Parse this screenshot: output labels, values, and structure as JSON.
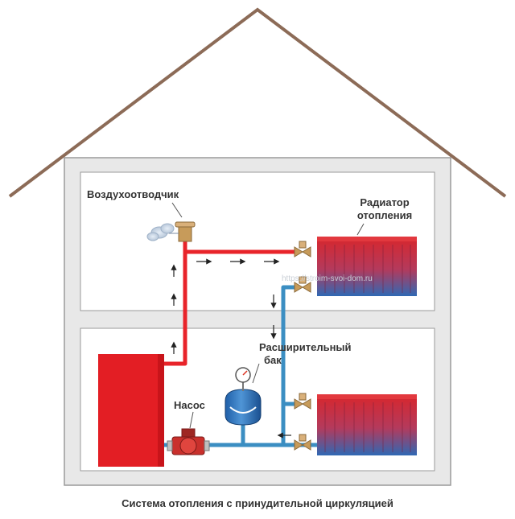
{
  "labels": {
    "air_vent": "Воздухоотводчик",
    "radiator_line1": "Радиатор",
    "radiator_line2": "отопления",
    "expansion_line1": "Расширительный",
    "expansion_line2": "бак",
    "pump": "Насос"
  },
  "caption": "Система отопления с принудительной циркуляцией",
  "watermark": "https://stroim-svoi-dom.ru",
  "colors": {
    "roof": "#8c6b57",
    "walls": "#a0a0a0",
    "wall_fill": "#e8e8e8",
    "room": "#ffffff",
    "hot_pipe": "#e8242a",
    "cold_pipe": "#3b8ec2",
    "boiler": "#e31e24",
    "valve": "#c79b5a"
  },
  "icons": [
    "arrow-icon",
    "valve-icon",
    "pressure-gauge-icon",
    "air-vent-icon",
    "pump-icon",
    "radiator-icon",
    "boiler-icon",
    "expansion-tank-icon"
  ]
}
